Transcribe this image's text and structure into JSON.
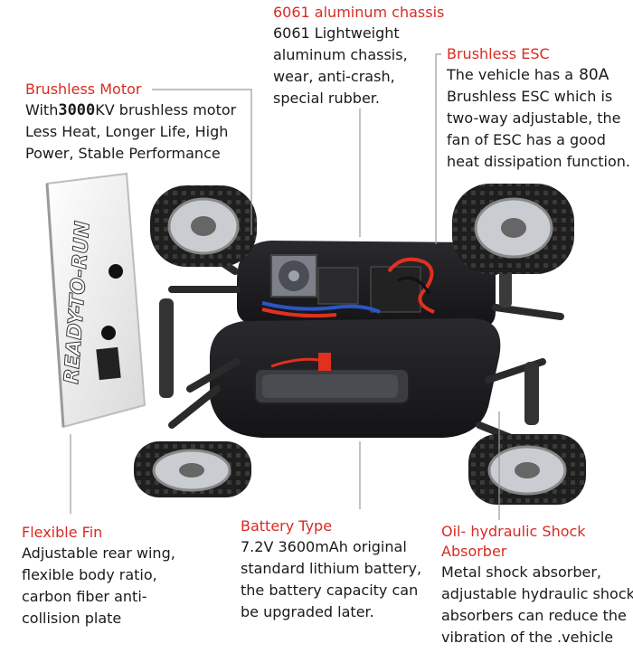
{
  "callouts": {
    "chassis": {
      "title": "6061 aluminum chassis",
      "lines": [
        "6061 Lightweight",
        "aluminum chassis,",
        "wear, anti-crash,",
        "special rubber."
      ]
    },
    "esc": {
      "title": "Brushless ESC",
      "line1_prefix": "The vehicle has a",
      "line1_value": "80A",
      "lines": [
        "Brushless ESC which is",
        "two-way adjustable, the",
        "fan of ESC has a good",
        "heat dissipation function."
      ]
    },
    "motor": {
      "title": "Brushless Motor",
      "line1_prefix": "With",
      "line1_value": "3000",
      "line1_suffix": "KV brushless motor",
      "lines": [
        "Less Heat, Longer Life, High",
        "Power, Stable Performance"
      ]
    },
    "fin": {
      "title": "Flexible Fin",
      "lines": [
        "Adjustable rear wing,",
        "flexible body ratio,",
        "carbon fiber anti-",
        "collision plate"
      ]
    },
    "battery": {
      "title": "Battery Type",
      "lines": [
        "7.2V 3600mAh original",
        "standard lithium battery,",
        "the battery capacity can",
        "be upgraded later."
      ]
    },
    "shock": {
      "title_line1": "Oil- hydraulic Shock",
      "title_line2": "Absorber",
      "lines": [
        "Metal shock absorber,",
        "adjustable hydraulic shock",
        "absorbers can reduce the",
        "vibration of the .vehicle"
      ]
    }
  },
  "wing_text": "READY-TO-RUN",
  "colors": {
    "title_red": "#d92b22",
    "body_text": "#1a1a1a",
    "chassis_black": "#1b1b1d",
    "tire_black": "#1c1c1c",
    "rim_silver": "#c9ccd0",
    "wing_white": "#f4f4f4",
    "wire_red": "#e03020",
    "wire_blue": "#2a55c8"
  }
}
